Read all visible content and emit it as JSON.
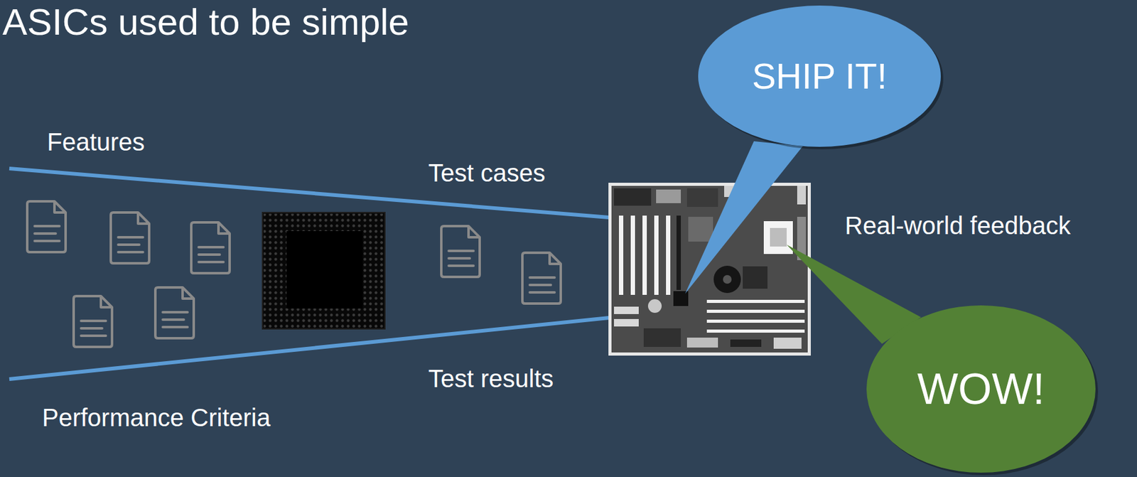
{
  "diagram": {
    "title": "ASICs used to be simple",
    "nodes": [
      {
        "text": [
          "SHIP IT!"
        ]
      },
      {
        "text": [
          "WOW!"
        ]
      }
    ],
    "labels": [
      "Features",
      "Test cases",
      "Real-world feedback",
      "Test results",
      "Performance Criteria"
    ]
  }
}
